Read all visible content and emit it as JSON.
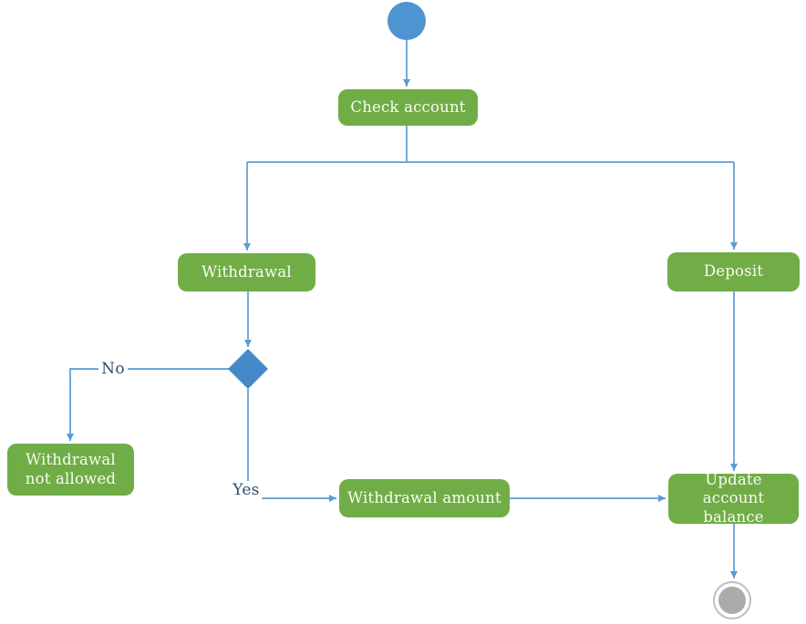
{
  "diagram": {
    "type": "activity-flowchart",
    "topic": "Bank account transaction flow",
    "colors": {
      "action_node_fill": "#70AD47",
      "action_node_text": "#FBFBF2",
      "connector_blue": "#5B9BD5",
      "start_node_fill": "#4E94D0",
      "decision_fill": "#4589C8",
      "end_node_inner_fill": "#ABABAB",
      "end_node_ring": "#BFBFBF",
      "edge_label_text": "#2E4D6B",
      "background": "#FFFFFF"
    },
    "nodes": {
      "start": {
        "kind": "initial-node"
      },
      "check_account": {
        "label": "Check account",
        "kind": "action"
      },
      "withdrawal": {
        "label": "Withdrawal",
        "kind": "action"
      },
      "deposit": {
        "label": "Deposit",
        "kind": "action"
      },
      "decision": {
        "kind": "decision-diamond"
      },
      "withdrawal_not_allowed": {
        "label": "Withdrawal not allowed",
        "kind": "action"
      },
      "withdrawal_amount": {
        "label": "Withdrawal amount",
        "kind": "action"
      },
      "update_account_balance": {
        "label": "Update account balance",
        "kind": "action"
      },
      "end": {
        "kind": "final-node"
      }
    },
    "edge_labels": {
      "no": "No",
      "yes": "Yes"
    },
    "edges": [
      "start -> check_account",
      "check_account -> withdrawal",
      "check_account -> deposit",
      "withdrawal -> decision",
      "decision -No-> withdrawal_not_allowed",
      "decision -Yes-> withdrawal_amount",
      "withdrawal_amount -> update_account_balance",
      "deposit -> update_account_balance",
      "update_account_balance -> end"
    ]
  }
}
